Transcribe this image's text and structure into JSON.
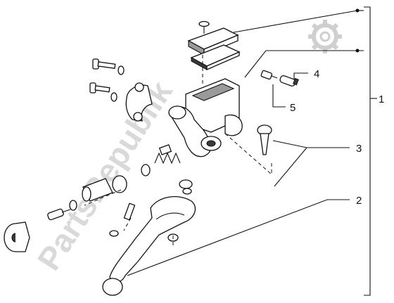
{
  "watermark": "PartsRepublik",
  "callouts": [
    "1",
    "2",
    "3",
    "4",
    "5"
  ],
  "colors": {
    "line": "#111111",
    "watermark": "#d9d9d9",
    "shade": "#9a9a9a"
  }
}
